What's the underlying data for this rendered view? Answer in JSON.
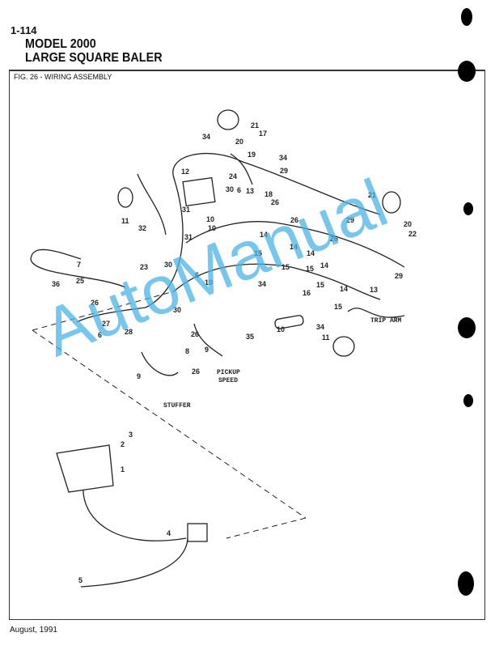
{
  "header": {
    "page_number": "1-114",
    "model": "MODEL 2000",
    "product": "LARGE SQUARE BALER"
  },
  "figure": {
    "caption": "FIG. 26 - WIRING ASSEMBLY",
    "callouts": [
      "21",
      "17",
      "34",
      "20",
      "19",
      "34",
      "29",
      "12",
      "24",
      "30",
      "6",
      "13",
      "18",
      "26",
      "21",
      "11",
      "31",
      "10",
      "10",
      "26",
      "29",
      "20",
      "22",
      "32",
      "31",
      "14",
      "15",
      "14",
      "26",
      "14",
      "14",
      "15",
      "15",
      "7",
      "23",
      "30",
      "29",
      "6",
      "25",
      "10",
      "36",
      "34",
      "16",
      "15",
      "14",
      "13",
      "26",
      "15",
      "30",
      "28",
      "27",
      "6",
      "26",
      "10",
      "34",
      "11",
      "35",
      "8",
      "9",
      "26",
      "9",
      "3",
      "2",
      "1",
      "4",
      "5"
    ],
    "labels": {
      "trip_arm": "TRIP ARM",
      "pickup": "PICKUP",
      "speed": "SPEED",
      "stuffer": "STUFFER"
    }
  },
  "watermark": "AutoManual",
  "footer": {
    "date": "August, 1991"
  }
}
